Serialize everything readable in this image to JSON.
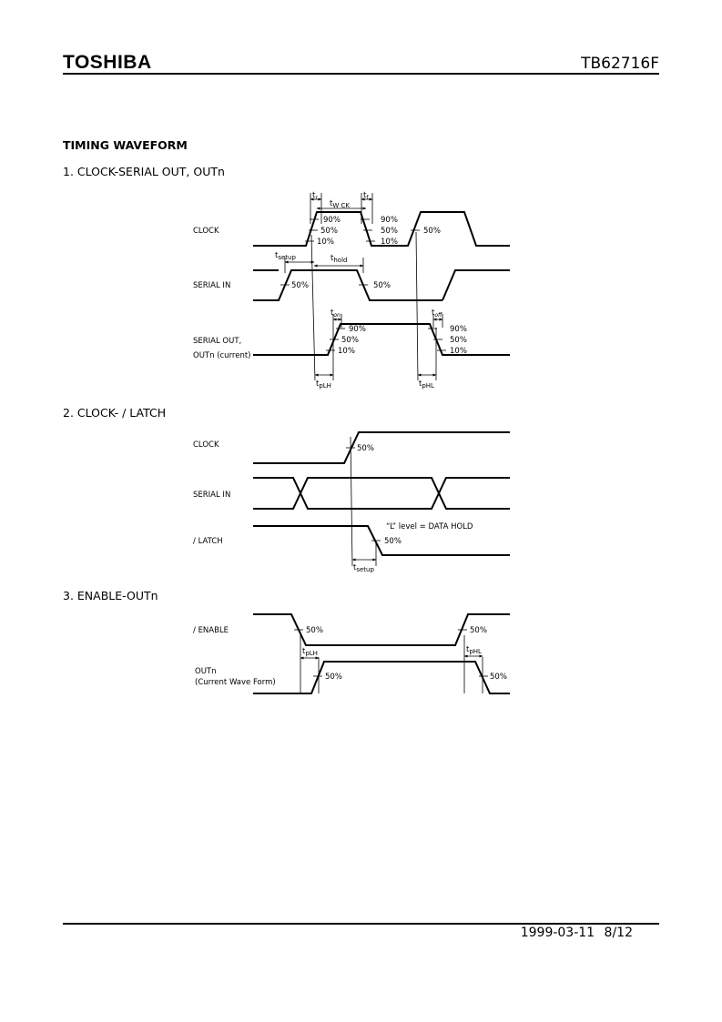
{
  "header": {
    "brand": "TOSHIBA",
    "part_number": "TB62716F"
  },
  "title": "TIMING WAVEFORM",
  "sections": [
    {
      "label": "1.  CLOCK-SERIAL OUT, OUTn"
    },
    {
      "label": "2.  CLOCK- / LATCH"
    },
    {
      "label": "3.  ENABLE-OUTn"
    }
  ],
  "d1": {
    "clock": "CLOCK",
    "serial_in": "SERIAL IN",
    "serial_out": "SERIAL OUT,",
    "outn": "OUTn (current)",
    "tr": "t",
    "tr_sub": "r",
    "tf": "t",
    "tf_sub": "f",
    "twck": "t",
    "twck_sub": "W  CK",
    "tsetup": "t",
    "tsetup_sub": "setup",
    "thold": "t",
    "thold_sub": "hold",
    "ton": "t",
    "ton_sub": "on",
    "toff": "t",
    "toff_sub": "off",
    "tplh": "t",
    "tplh_sub": "pLH",
    "tphl": "t",
    "tphl_sub": "pHL",
    "p90": "90%",
    "p50": "50%",
    "p10": "10%"
  },
  "d2": {
    "clock": "CLOCK",
    "serial_in": "SERIAL IN",
    "latch": "/ LATCH",
    "note": "“L”  level = DATA HOLD",
    "p50": "50%",
    "tsetup": "t",
    "tsetup_sub": "setup"
  },
  "d3": {
    "enable": "/ ENABLE",
    "outn": "OUTn",
    "outn2": "(Current Wave Form)",
    "p50": "50%",
    "tplh": "t",
    "tplh_sub": "pLH",
    "tphl": "t",
    "tphl_sub": "pHL"
  },
  "footer": {
    "date": "1999-03-11",
    "page": "8/12"
  }
}
